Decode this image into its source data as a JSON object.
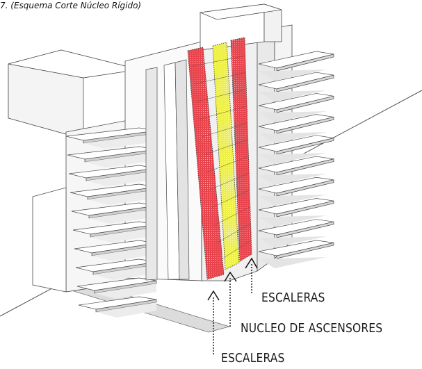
{
  "caption": "7. (Esquema Corte Núcleo Rígido)",
  "labels": {
    "escaleras_right": "ESCALERAS",
    "nucleo": "NUCLEO DE ASCENSORES",
    "escaleras_left": "ESCALERAS"
  },
  "colors": {
    "stair_shaft": "#e8434c",
    "elevator_shaft": "#eef046",
    "building_line": "#4a4a4a",
    "floor_fill": "#cfcfcf",
    "shadow_fill": "#e6e6e6"
  },
  "floors": 10
}
